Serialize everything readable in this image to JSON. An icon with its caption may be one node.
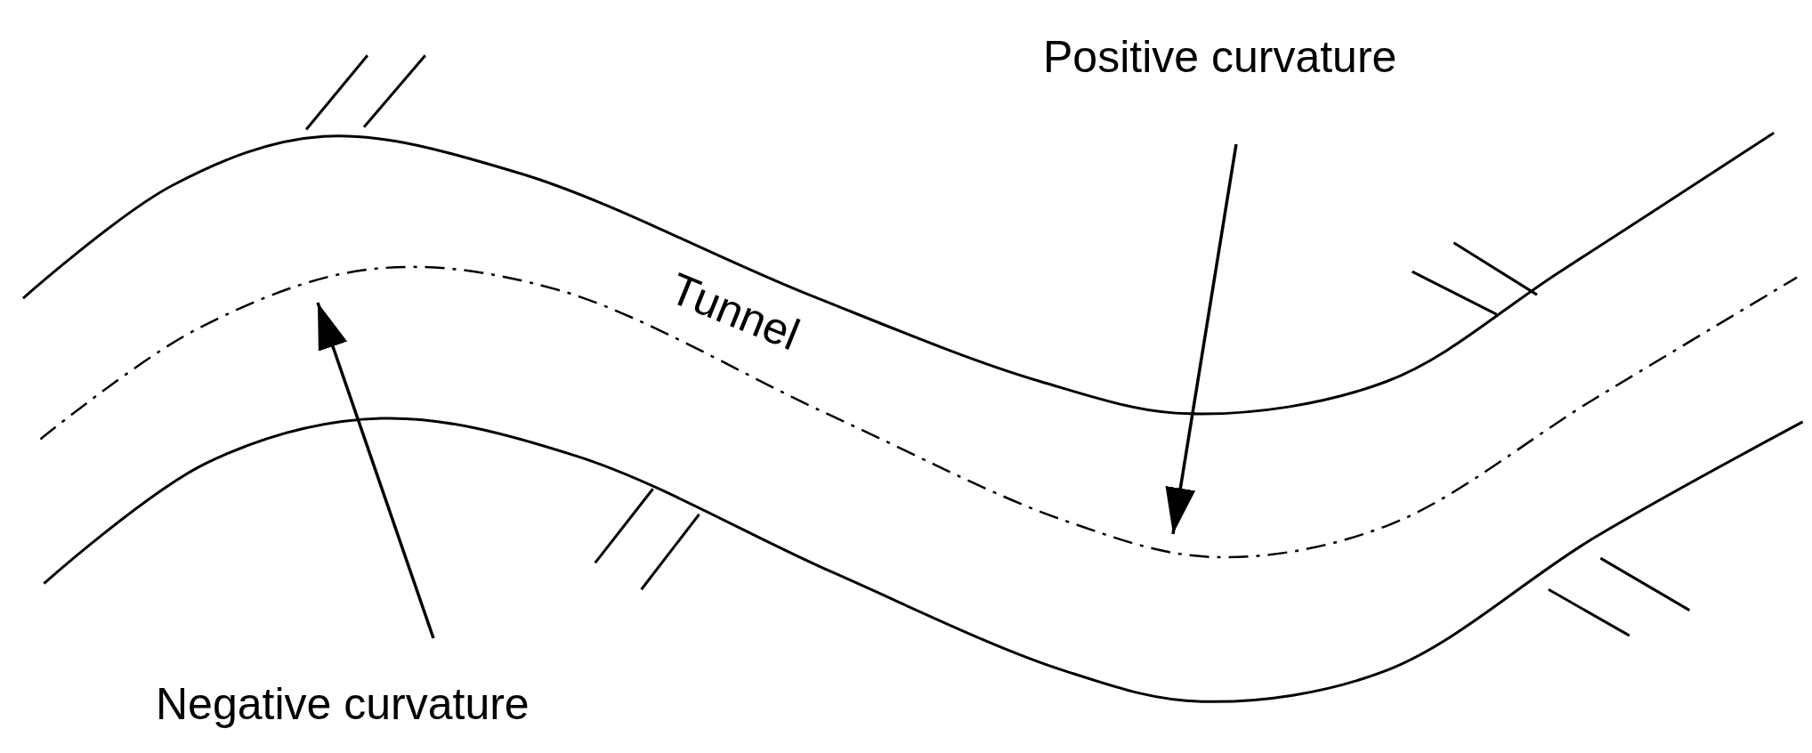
{
  "diagram": {
    "nodes": [
      {
        "text": [
          "Positive curvature"
        ]
      },
      {
        "text": [
          "Negative curvature"
        ]
      }
    ],
    "edges": [
      {
        "from": 0,
        "to": null,
        "arrow": "to"
      },
      {
        "from": 1,
        "to": null,
        "arrow": "to"
      }
    ],
    "labels": [
      "Tunnel"
    ]
  }
}
